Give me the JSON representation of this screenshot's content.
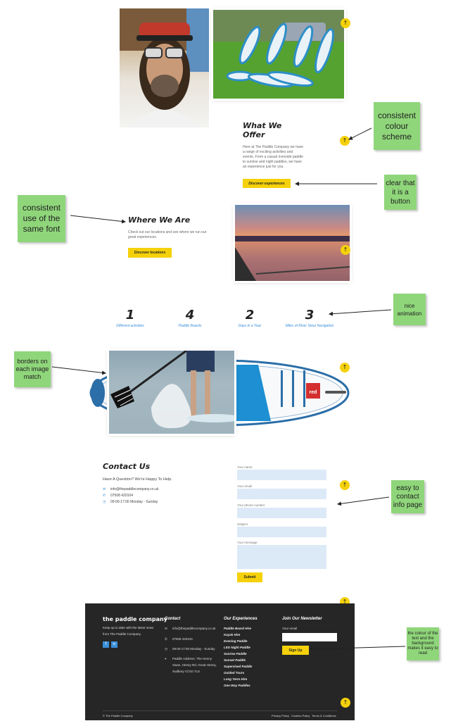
{
  "sections": {
    "offer": {
      "title": "What We Offer",
      "text": "Here at The Paddle Company we have a range of exciting activities and events. From a casual riverside paddle to sunrise and night paddles, we have an experience just for you.",
      "button": "Discover experiences"
    },
    "where": {
      "title": "Where We Are",
      "text": "Check out our locations and see where we run our great experiences.",
      "button": "Discover locations"
    },
    "stats": [
      {
        "num": "1",
        "label": "Different activities"
      },
      {
        "num": "4",
        "label": "Paddle Boards"
      },
      {
        "num": "2",
        "label": "Days in a Year"
      },
      {
        "num": "3",
        "label": "Miles of River Stour Navigation"
      }
    ],
    "contact": {
      "title": "Contact Us",
      "subtitle": "Have A Question? We're Happy To Help.",
      "email": "info@thepaddlecompany.co.uk",
      "phone": "07508 420104",
      "hours": "09:00-17:00 Monday - Sunday",
      "fields": [
        "Your name",
        "Your email",
        "Your phone number",
        "Subject",
        "Your message"
      ],
      "submit": "Submit"
    }
  },
  "board_brand": "red",
  "notes": [
    "consistent colour scheme",
    "clear that it is a button",
    "consistent use of the same font",
    "nice animation",
    "borders on each image match",
    "easy to contact info page",
    "the colour of the text and the background makes it easy to read"
  ],
  "footer": {
    "brand": "the paddle company",
    "tagline": "Keep up to date with the latest news from The Paddle Company.",
    "social": [
      "f",
      "in"
    ],
    "contact_title": "Contact",
    "contact_email": "info@thepaddlecompany.co.uk",
    "contact_phone": "07508 420104",
    "contact_hours": "09:00-17:00 Monday - Sunday",
    "contact_address": "Paddle Address: The Henny Swan, Henny Rd, Great Henny, Sudbury CO10 7LS",
    "experiences_title": "Our Experiences",
    "experiences": [
      "Paddle Board Hire",
      "Kayak Hire",
      "Evening Paddle",
      "LED Night Paddle",
      "Sunrise Paddle",
      "Sunset Paddle",
      "Supervised Paddle",
      "Guided Tours",
      "Long Term Hire",
      "One Way Paddles"
    ],
    "newsletter_title": "Join Our Newsletter",
    "newsletter_label": "Your email",
    "signup": "Sign Up",
    "copyright": "© The Paddle Company",
    "legal": [
      "Privacy Policy",
      "Cookies Policy",
      "Terms & Conditions"
    ]
  },
  "colors": {
    "accent": "#f5d10b",
    "note": "#8fd67a",
    "footer_bg": "#262626",
    "link_blue": "#3a8fd8",
    "input_bg": "#dce9f7"
  }
}
